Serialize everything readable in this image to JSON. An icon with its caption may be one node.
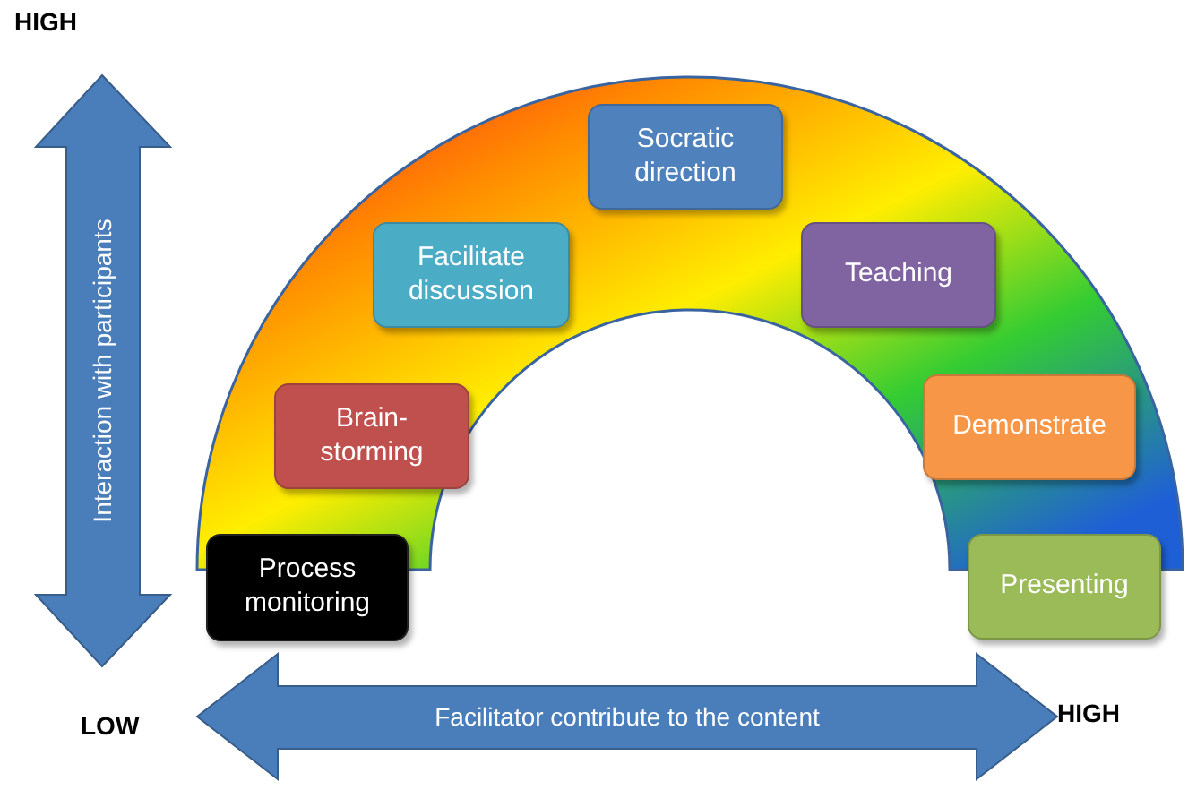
{
  "diagram": {
    "nodes": [
      {
        "text": [
          "Process monitoring"
        ]
      },
      {
        "text": [
          "Brain-storming"
        ]
      },
      {
        "text": [
          "Facilitate discussion"
        ]
      },
      {
        "text": [
          "Socratic direction"
        ]
      },
      {
        "text": [
          "Teaching"
        ]
      },
      {
        "text": [
          "Demonstrate"
        ]
      },
      {
        "text": [
          "Presenting"
        ]
      }
    ],
    "labels": [
      "HIGH",
      "Interaction with participants",
      "LOW",
      "Facilitator contribute to the content",
      "HIGH"
    ]
  }
}
